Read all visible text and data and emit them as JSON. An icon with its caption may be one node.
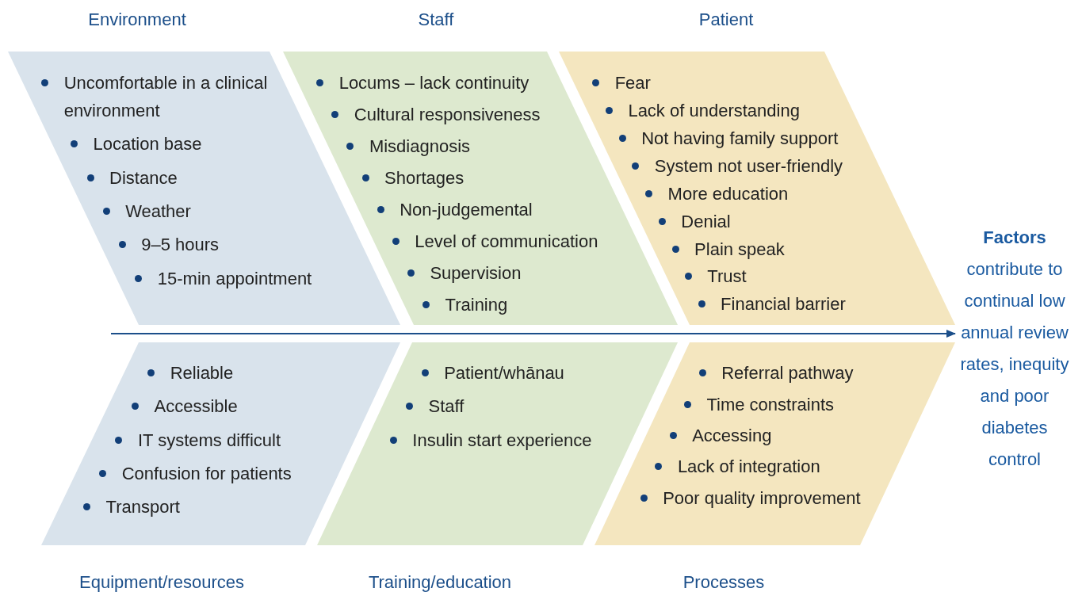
{
  "diagram": {
    "nodes": [
      {
        "text": [
          "Environment",
          "Uncomfortable in a clinical environment",
          "Location base",
          "Distance",
          "Weather",
          "9–5 hours",
          "15-min appointment"
        ]
      },
      {
        "text": [
          "Staff",
          "Locums – lack continuity",
          "Cultural responsiveness",
          "Misdiagnosis",
          "Shortages",
          "Non-judgemental",
          "Level of communication",
          "Supervision",
          "Training"
        ]
      },
      {
        "text": [
          "Patient",
          "Fear",
          "Lack of understanding",
          "Not having family support",
          "System not user-friendly",
          "More education",
          "Denial",
          "Plain speak",
          "Trust",
          "Financial barrier"
        ]
      },
      {
        "text": [
          "Factors",
          "contribute to continual low annual review rates, inequity and poor diabetes control"
        ]
      },
      {
        "text": [
          "Reliable",
          "Accessible",
          "IT systems difficult",
          "Confusion for patients",
          "Transport",
          "Equipment/resources"
        ]
      },
      {
        "text": [
          "Patient/whānau",
          "Staff",
          "Insulin start experience",
          "Training/education"
        ]
      },
      {
        "text": [
          "Referral pathway",
          "Time constraints",
          "Accessing",
          "Lack of integration",
          "Poor quality improvement",
          "Processes"
        ]
      }
    ],
    "edges": [
      {
        "from": null,
        "to": 3,
        "arrow": "to"
      }
    ]
  }
}
